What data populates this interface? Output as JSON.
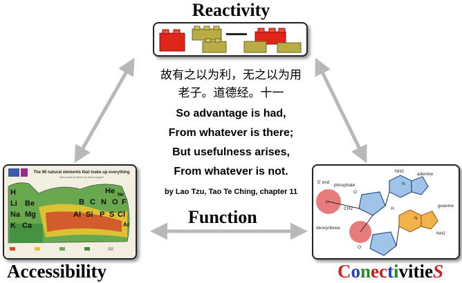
{
  "titles": {
    "top": "Reactivity",
    "left": "Accessibility",
    "center": "Function",
    "right": {
      "parts": [
        {
          "text": "C",
          "color": "#d42020"
        },
        {
          "text": "o",
          "color": "#1f3fbf"
        },
        {
          "text": "n",
          "color": "#2a8a2a"
        },
        {
          "text": "ec",
          "color": "#c02020"
        },
        {
          "text": "t",
          "color": "#1f3fbf"
        },
        {
          "text": "i",
          "color": "#2a8a2a"
        },
        {
          "text": "vitie",
          "color": "#000000"
        },
        {
          "text": "S",
          "color": "#d42020"
        }
      ]
    }
  },
  "quote": {
    "chinese_line1": "故有之以为利，无之以为用",
    "chinese_line2": "老子。道德经。十一",
    "english_lines": [
      "So advantage is had,",
      "From whatever is there;",
      "But usefulness arises,",
      "From whatever is not."
    ],
    "credit": "by Lao Tzu, Tao Te Ching, chapter 11"
  },
  "periodic_panel": {
    "heading": "The 90 natural elements that make up everything",
    "subheading": "How much is there? Is that enough?",
    "symbols": [
      "H",
      "He",
      "Li",
      "Be",
      "B",
      "C",
      "N",
      "O",
      "F",
      "Ne",
      "Na",
      "Mg",
      "Al",
      "Si",
      "P",
      "S",
      "Cl",
      "Ar",
      "K",
      "Ca"
    ]
  },
  "dna_panel": {
    "labels": [
      "5' end",
      "phosphate",
      "adenine",
      "deoxyribose",
      "guanine",
      "NH2",
      "NH2",
      "N",
      "N",
      "H",
      "O",
      "CH2",
      "P",
      "O"
    ]
  },
  "colors": {
    "arrow": "#b8b8b8",
    "lego_red": "#e0251b",
    "lego_olive": "#b8ad44",
    "phosphate_red": "#e05050"
  }
}
